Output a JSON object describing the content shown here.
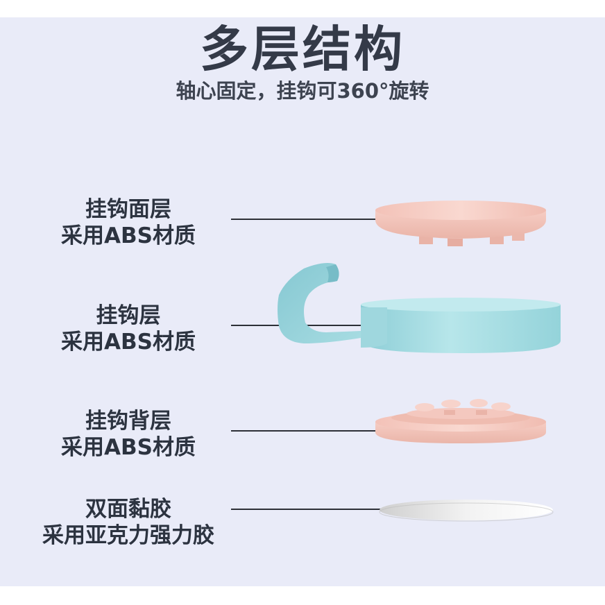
{
  "header": {
    "title": "多层结构",
    "subtitle": "轴心固定，挂钩可360°旋转"
  },
  "layers": [
    {
      "name": "挂钩面层",
      "material": "采用ABS材质"
    },
    {
      "name": "挂钩层",
      "material": "采用ABS材质"
    },
    {
      "name": "挂钩背层",
      "material": "采用ABS材质"
    },
    {
      "name": "双面黏胶",
      "material": "采用亚克力强力胶"
    }
  ],
  "colors": {
    "background": "#e9ebf8",
    "pink_part": "#f5c9c0",
    "blue_part": "#a9dde3",
    "adhesive": "#eeeeee"
  }
}
